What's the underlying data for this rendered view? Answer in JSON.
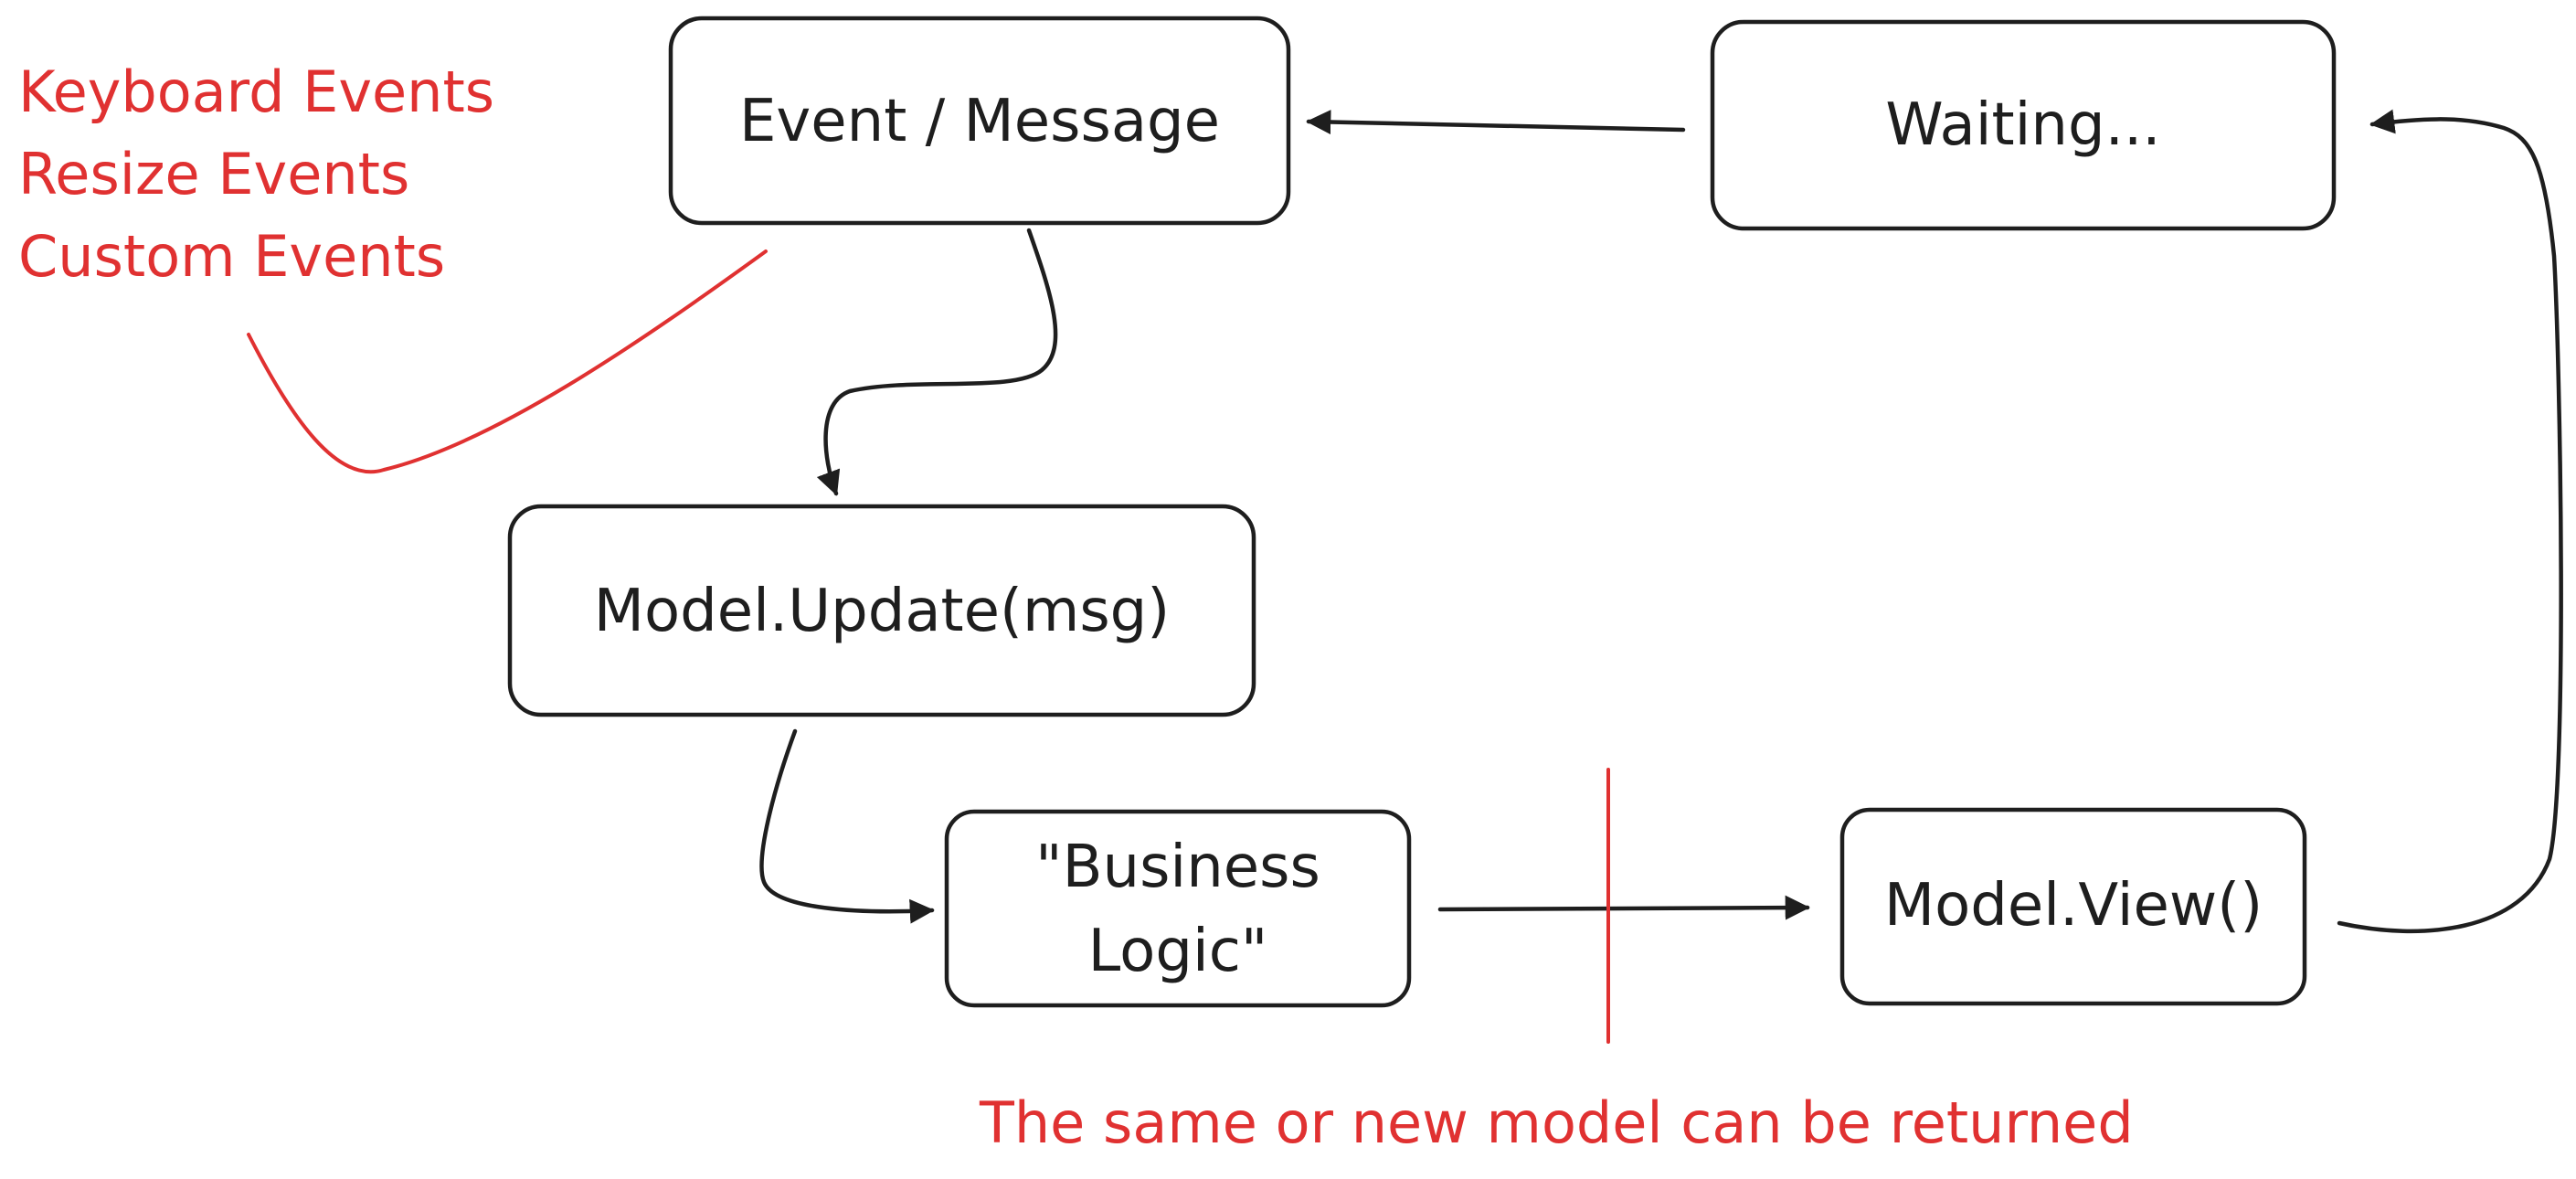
{
  "colors": {
    "ink": "#1e1e1e",
    "annotation": "#e03131",
    "background": "#ffffff"
  },
  "nodes": {
    "event_message": "Event / Message",
    "waiting": "Waiting...",
    "model_update": "Model.Update(msg)",
    "business_logic": [
      "\"Business",
      "Logic\""
    ],
    "model_view": "Model.View()"
  },
  "annotations": {
    "event_types": [
      "Keyboard Events",
      "Resize Events",
      "Custom Events"
    ],
    "model_return_note": "The same or new model can be returned"
  }
}
